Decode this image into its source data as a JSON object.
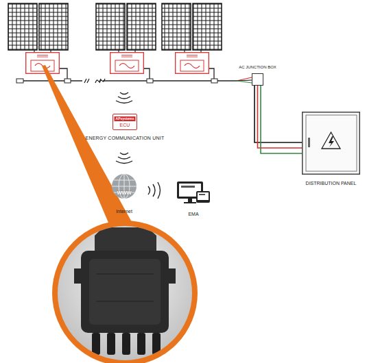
{
  "diagram": {
    "nodes": [
      {
        "text": [
          "AC JUNCTION BOX"
        ]
      },
      {
        "text": [
          "APsystems",
          "ECU",
          "ENERGY COMMUNICATION UNIT"
        ]
      },
      {
        "text": [
          "DISTRIBUTION PANEL"
        ]
      },
      {
        "text": [
          "www",
          "Internet"
        ]
      },
      {
        "text": [
          "EMA"
        ]
      }
    ],
    "edges": [
      {
        "from": 0,
        "to": 2,
        "arrow": "none"
      }
    ]
  }
}
